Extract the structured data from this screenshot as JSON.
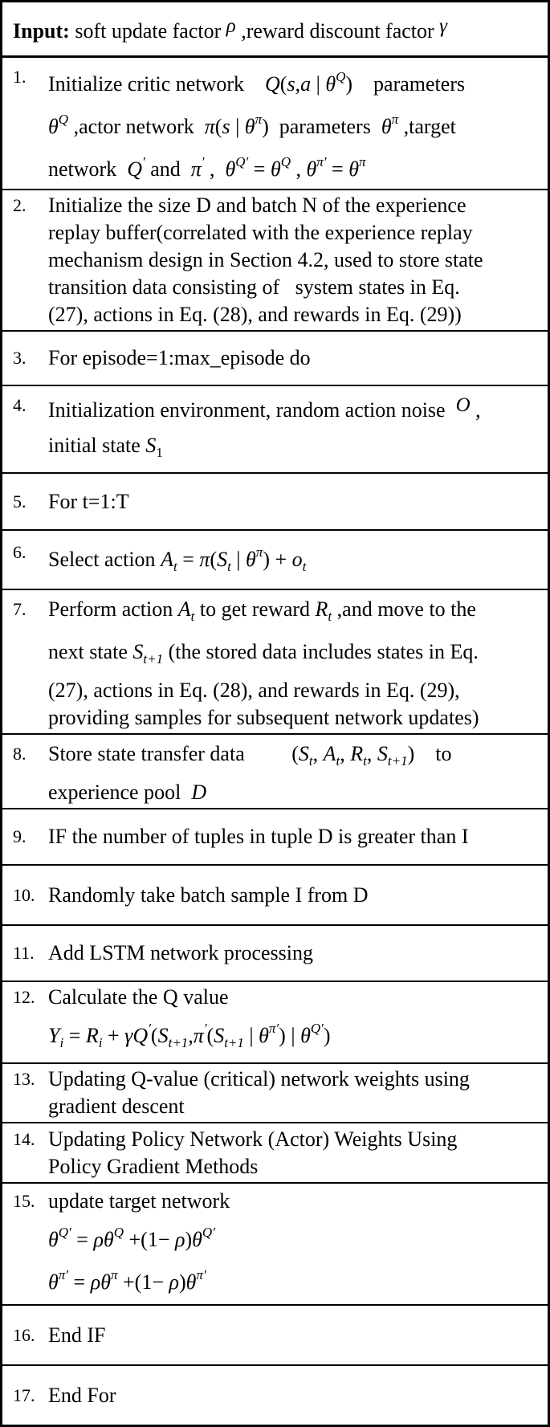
{
  "colors": {
    "text": "#000000",
    "border": "#000000",
    "background": "#ffffff"
  },
  "table": {
    "header": {
      "lines": [
        [
          {
            "t": "Input:",
            "f": "b"
          },
          {
            "t": " soft update factor ",
            "f": "n"
          },
          {
            "t": "ρ",
            "f": "r"
          },
          {
            "t": " ,reward discount factor ",
            "f": "n"
          },
          {
            "t": "γ",
            "f": "r"
          }
        ]
      ]
    },
    "rows": [
      {
        "num": "1.",
        "lines": [
          [
            {
              "t": "Initialize critic network    ",
              "f": "n"
            },
            {
              "t": "Q",
              "f": "i"
            },
            {
              "t": "(",
              "f": "n"
            },
            {
              "t": "s",
              "f": "i"
            },
            {
              "t": ",",
              "f": "n"
            },
            {
              "t": "a",
              "f": "i"
            },
            {
              "t": " | ",
              "f": "n"
            },
            {
              "t": "θ",
              "f": "i"
            },
            {
              "t": "Q",
              "f": "sup"
            },
            {
              "t": ")",
              "f": "n"
            },
            {
              "t": "    parameters",
              "f": "n"
            }
          ],
          [
            {
              "t": "θ",
              "f": "i"
            },
            {
              "t": "Q",
              "f": "sup"
            },
            {
              "t": " ,actor network  ",
              "f": "n"
            },
            {
              "t": "π",
              "f": "i"
            },
            {
              "t": "(",
              "f": "n"
            },
            {
              "t": "s",
              "f": "i"
            },
            {
              "t": " | ",
              "f": "n"
            },
            {
              "t": "θ",
              "f": "i"
            },
            {
              "t": "π",
              "f": "sup"
            },
            {
              "t": ")",
              "f": "n"
            },
            {
              "t": "  parameters  ",
              "f": "n"
            },
            {
              "t": "θ",
              "f": "i"
            },
            {
              "t": "π",
              "f": "sup"
            },
            {
              "t": " ,target",
              "f": "n"
            }
          ],
          [
            {
              "t": "network  ",
              "f": "n"
            },
            {
              "t": "Q",
              "f": "i"
            },
            {
              "t": "′",
              "f": "sup"
            },
            {
              "t": " and  ",
              "f": "n"
            },
            {
              "t": "π",
              "f": "i"
            },
            {
              "t": "′",
              "f": "sup"
            },
            {
              "t": " ,  ",
              "f": "n"
            },
            {
              "t": "θ",
              "f": "i"
            },
            {
              "t": "Q′",
              "f": "sup"
            },
            {
              "t": " = ",
              "f": "n"
            },
            {
              "t": "θ",
              "f": "i"
            },
            {
              "t": "Q",
              "f": "sup"
            },
            {
              "t": " , ",
              "f": "n"
            },
            {
              "t": "θ",
              "f": "i"
            },
            {
              "t": "π′",
              "f": "sup"
            },
            {
              "t": " = ",
              "f": "n"
            },
            {
              "t": "θ",
              "f": "i"
            },
            {
              "t": "π",
              "f": "sup"
            }
          ]
        ]
      },
      {
        "num": "2.",
        "lines": [
          [
            {
              "t": "Initialize the size D and batch N of the experience",
              "f": "n"
            }
          ],
          [
            {
              "t": "replay buffer(correlated with the experience replay",
              "f": "n"
            }
          ],
          [
            {
              "t": "mechanism design in Section 4.2, used to store state",
              "f": "n"
            }
          ],
          [
            {
              "t": "transition data consisting of   system states in Eq.",
              "f": "n"
            }
          ],
          [
            {
              "t": "(27), actions in Eq. (28), and rewards in Eq. (29))",
              "f": "n"
            }
          ]
        ]
      },
      {
        "num": "3.",
        "lines": [
          [
            {
              "t": "For episode=1:max_episode do",
              "f": "n"
            }
          ]
        ]
      },
      {
        "num": "4.",
        "lines": [
          [
            {
              "t": "Initialization environment, random action noise  ",
              "f": "n"
            },
            {
              "t": "O",
              "f": "r"
            },
            {
              "t": " ,",
              "f": "n"
            }
          ],
          [
            {
              "t": "initial state ",
              "f": "n"
            },
            {
              "t": "S",
              "f": "i"
            },
            {
              "t": "1",
              "f": "subn"
            }
          ]
        ]
      },
      {
        "num": "5.",
        "lines": [
          [
            {
              "t": "For t=1:T",
              "f": "n"
            }
          ]
        ]
      },
      {
        "num": "6.",
        "lines": [
          [
            {
              "t": "Select action ",
              "f": "n"
            },
            {
              "t": "A",
              "f": "i"
            },
            {
              "t": "t",
              "f": "sub"
            },
            {
              "t": " = ",
              "f": "n"
            },
            {
              "t": "π",
              "f": "i"
            },
            {
              "t": "(",
              "f": "n"
            },
            {
              "t": "S",
              "f": "i"
            },
            {
              "t": "t",
              "f": "sub"
            },
            {
              "t": " | ",
              "f": "n"
            },
            {
              "t": "θ",
              "f": "i"
            },
            {
              "t": "π",
              "f": "sup"
            },
            {
              "t": ") + ",
              "f": "n"
            },
            {
              "t": "o",
              "f": "i"
            },
            {
              "t": "t",
              "f": "sub"
            }
          ]
        ]
      },
      {
        "num": "7.",
        "lines": [
          [
            {
              "t": "Perform action ",
              "f": "n"
            },
            {
              "t": "A",
              "f": "i"
            },
            {
              "t": "t",
              "f": "sub"
            },
            {
              "t": " to get reward ",
              "f": "n"
            },
            {
              "t": "R",
              "f": "i"
            },
            {
              "t": "t",
              "f": "sub"
            },
            {
              "t": " ,and move to the",
              "f": "n"
            }
          ],
          [
            {
              "t": "next state ",
              "f": "n"
            },
            {
              "t": "S",
              "f": "i"
            },
            {
              "t": "t+1",
              "f": "sub"
            },
            {
              "t": " (the stored data includes states in Eq.",
              "f": "n"
            }
          ],
          [
            {
              "t": "(27), actions in Eq. (28), and rewards in Eq. (29),",
              "f": "n"
            }
          ],
          [
            {
              "t": "providing samples for subsequent network updates)",
              "f": "n"
            }
          ]
        ]
      },
      {
        "num": "8.",
        "lines": [
          [
            {
              "t": "Store state transfer data         ",
              "f": "n"
            },
            {
              "t": "(",
              "f": "n"
            },
            {
              "t": "S",
              "f": "i"
            },
            {
              "t": "t",
              "f": "sub"
            },
            {
              "t": ", ",
              "f": "n"
            },
            {
              "t": "A",
              "f": "i"
            },
            {
              "t": "t",
              "f": "sub"
            },
            {
              "t": ", ",
              "f": "n"
            },
            {
              "t": "R",
              "f": "i"
            },
            {
              "t": "t",
              "f": "sub"
            },
            {
              "t": ", ",
              "f": "n"
            },
            {
              "t": "S",
              "f": "i"
            },
            {
              "t": "t+1",
              "f": "sub"
            },
            {
              "t": ")",
              "f": "n"
            },
            {
              "t": "    to",
              "f": "n"
            }
          ],
          [
            {
              "t": "experience pool  ",
              "f": "n"
            },
            {
              "t": "D",
              "f": "i"
            }
          ]
        ]
      },
      {
        "num": "9.",
        "lines": [
          [
            {
              "t": "IF the number of tuples in tuple D is greater than I",
              "f": "n"
            }
          ]
        ]
      },
      {
        "num": "10.",
        "lines": [
          [
            {
              "t": "Randomly take batch sample I from D",
              "f": "n"
            }
          ]
        ]
      },
      {
        "num": "11.",
        "lines": [
          [
            {
              "t": "Add LSTM network processing",
              "f": "n"
            }
          ]
        ]
      },
      {
        "num": "12.",
        "lines": [
          [
            {
              "t": "Calculate the Q value",
              "f": "n"
            }
          ],
          [
            {
              "t": "Y",
              "f": "i"
            },
            {
              "t": "i",
              "f": "sub"
            },
            {
              "t": " = ",
              "f": "n"
            },
            {
              "t": "R",
              "f": "i"
            },
            {
              "t": "i",
              "f": "sub"
            },
            {
              "t": " + ",
              "f": "n"
            },
            {
              "t": "γ",
              "f": "i"
            },
            {
              "t": "Q",
              "f": "i"
            },
            {
              "t": "′",
              "f": "sup"
            },
            {
              "t": "(",
              "f": "n"
            },
            {
              "t": "S",
              "f": "i"
            },
            {
              "t": "t+1",
              "f": "sub"
            },
            {
              "t": ",",
              "f": "n"
            },
            {
              "t": "π",
              "f": "i"
            },
            {
              "t": "′",
              "f": "sup"
            },
            {
              "t": "(",
              "f": "n"
            },
            {
              "t": "S",
              "f": "i"
            },
            {
              "t": "t+1",
              "f": "sub"
            },
            {
              "t": " | ",
              "f": "n"
            },
            {
              "t": "θ",
              "f": "i"
            },
            {
              "t": "π′",
              "f": "sup"
            },
            {
              "t": ")",
              "f": "n"
            },
            {
              "t": " | ",
              "f": "n"
            },
            {
              "t": "θ",
              "f": "i"
            },
            {
              "t": "Q′",
              "f": "sup"
            },
            {
              "t": ")",
              "f": "n"
            }
          ]
        ]
      },
      {
        "num": "13.",
        "lines": [
          [
            {
              "t": "Updating Q-value (critical) network weights using",
              "f": "n"
            }
          ],
          [
            {
              "t": "gradient descent",
              "f": "n"
            }
          ]
        ]
      },
      {
        "num": "14.",
        "lines": [
          [
            {
              "t": "Updating Policy Network (Actor) Weights Using",
              "f": "n"
            }
          ],
          [
            {
              "t": "Policy Gradient Methods",
              "f": "n"
            }
          ]
        ]
      },
      {
        "num": "15.",
        "lines": [
          [
            {
              "t": "update target network",
              "f": "n"
            }
          ],
          [
            {
              "t": "θ",
              "f": "i"
            },
            {
              "t": "Q′",
              "f": "sup"
            },
            {
              "t": " = ",
              "f": "n"
            },
            {
              "t": "ρ",
              "f": "i"
            },
            {
              "t": "θ",
              "f": "i"
            },
            {
              "t": "Q",
              "f": "sup"
            },
            {
              "t": " +(1− ",
              "f": "n"
            },
            {
              "t": "ρ",
              "f": "i"
            },
            {
              "t": ")",
              "f": "n"
            },
            {
              "t": "θ",
              "f": "i"
            },
            {
              "t": "Q′",
              "f": "sup"
            }
          ],
          [
            {
              "t": "θ",
              "f": "i"
            },
            {
              "t": "π′",
              "f": "sup"
            },
            {
              "t": " = ",
              "f": "n"
            },
            {
              "t": "ρ",
              "f": "i"
            },
            {
              "t": "θ",
              "f": "i"
            },
            {
              "t": "π",
              "f": "sup"
            },
            {
              "t": " +(1− ",
              "f": "n"
            },
            {
              "t": "ρ",
              "f": "i"
            },
            {
              "t": ")",
              "f": "n"
            },
            {
              "t": "θ",
              "f": "i"
            },
            {
              "t": "π′",
              "f": "sup"
            }
          ]
        ]
      },
      {
        "num": "16.",
        "lines": [
          [
            {
              "t": "End IF",
              "f": "n"
            }
          ]
        ]
      },
      {
        "num": "17.",
        "lines": [
          [
            {
              "t": "End For",
              "f": "n"
            }
          ]
        ]
      }
    ]
  }
}
